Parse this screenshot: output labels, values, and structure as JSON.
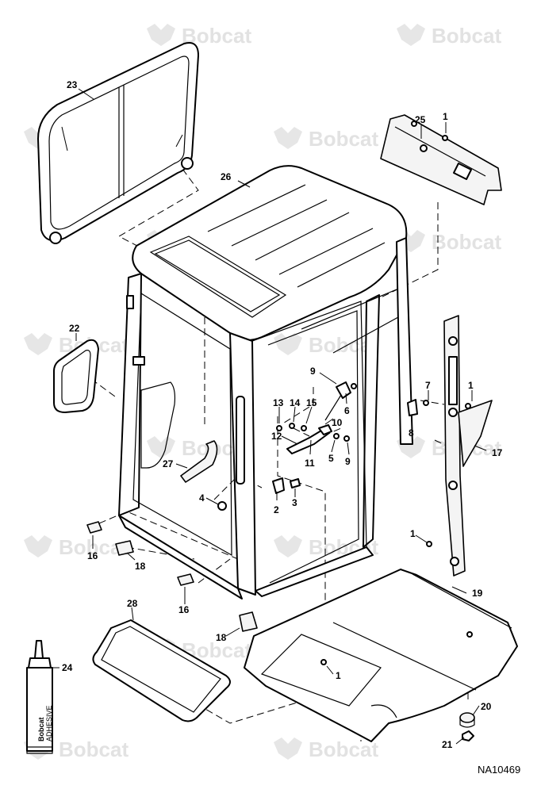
{
  "watermark": {
    "text": "Bobcat"
  },
  "callouts": [
    "23",
    "25",
    "1",
    "26",
    "22",
    "9",
    "7",
    "1",
    "6",
    "13",
    "14",
    "15",
    "10",
    "8",
    "12",
    "17",
    "27",
    "11",
    "5",
    "9",
    "4",
    "2",
    "3",
    "16",
    "18",
    "1",
    "16",
    "19",
    "28",
    "18",
    "24",
    "1",
    "20",
    "21"
  ],
  "adhesive": {
    "brand": "Bobcat",
    "label": "ADHESIVE"
  },
  "reference": "NA10469"
}
